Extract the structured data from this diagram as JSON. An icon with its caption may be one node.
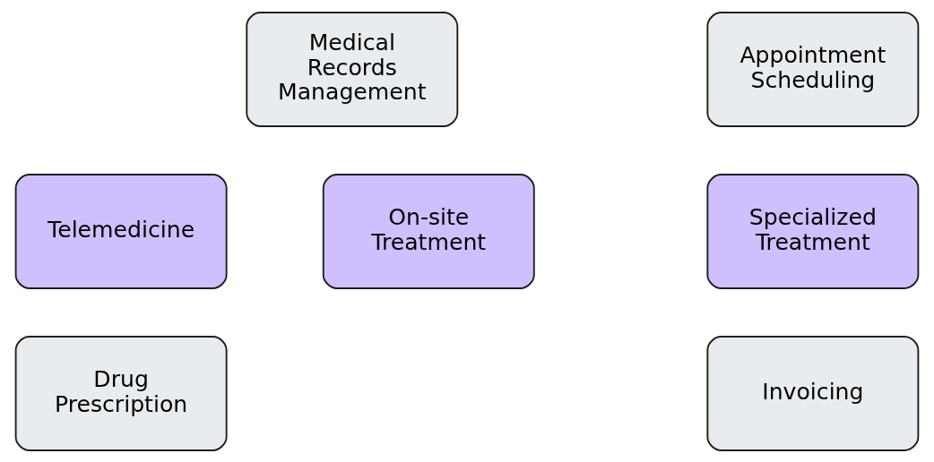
{
  "diagram": {
    "nodes": [
      {
        "text": [
          "Medical Records Management"
        ]
      },
      {
        "text": [
          "Appointment Scheduling"
        ]
      },
      {
        "text": [
          "Telemedicine"
        ]
      },
      {
        "text": [
          "On-site Treatment"
        ]
      },
      {
        "text": [
          "Specialized Treatment"
        ]
      },
      {
        "text": [
          "Drug Prescription"
        ]
      },
      {
        "text": [
          "Invoicing"
        ]
      }
    ],
    "edges": []
  }
}
